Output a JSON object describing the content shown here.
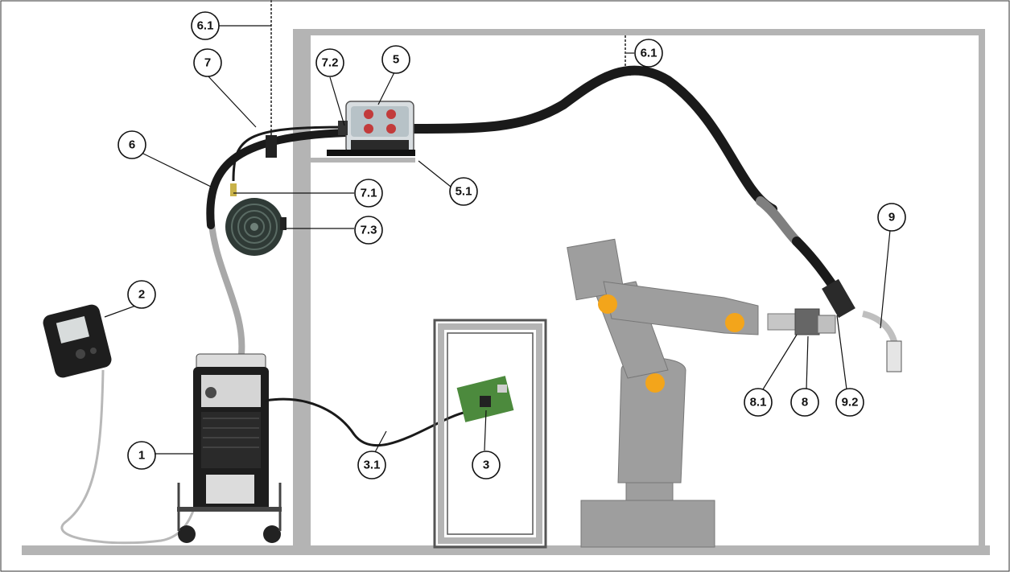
{
  "diagram": {
    "callouts": [
      {
        "id": "6.1-top",
        "label": "6.1"
      },
      {
        "id": "7",
        "label": "7"
      },
      {
        "id": "7.2",
        "label": "7.2"
      },
      {
        "id": "5",
        "label": "5"
      },
      {
        "id": "6.1-right",
        "label": "6.1"
      },
      {
        "id": "6",
        "label": "6"
      },
      {
        "id": "7.1",
        "label": "7.1"
      },
      {
        "id": "5.1",
        "label": "5.1"
      },
      {
        "id": "7.3",
        "label": "7.3"
      },
      {
        "id": "9",
        "label": "9"
      },
      {
        "id": "2",
        "label": "2"
      },
      {
        "id": "1",
        "label": "1"
      },
      {
        "id": "3.1",
        "label": "3.1"
      },
      {
        "id": "3",
        "label": "3"
      },
      {
        "id": "8.1",
        "label": "8.1"
      },
      {
        "id": "8",
        "label": "8"
      },
      {
        "id": "9.2",
        "label": "9.2"
      }
    ],
    "colors": {
      "frame": "#b4b4b4",
      "robot": "#9e9e9e",
      "robot_dark": "#7a7a7a",
      "joint": "#f3a51b",
      "hose": "#1a1a1a",
      "hose_grey": "#a8a8a8",
      "pcb": "#4c8a3d"
    }
  }
}
